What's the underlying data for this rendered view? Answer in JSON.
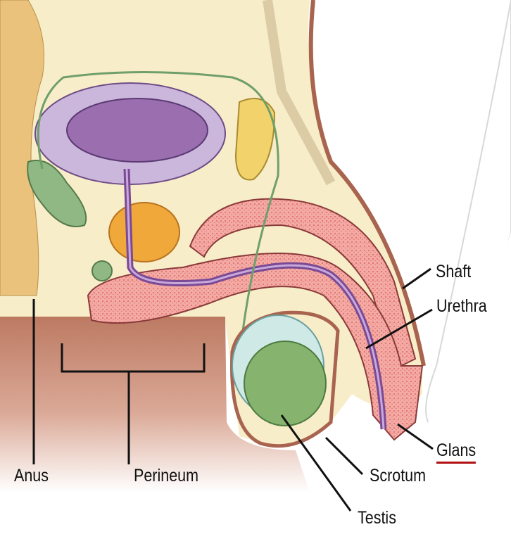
{
  "labels": {
    "shaft": "Shaft",
    "urethra": "Urethra",
    "glans": "Glans",
    "scrotum": "Scrotum",
    "testis": "Testis",
    "anus": "Anus",
    "perineum": "Perineum"
  },
  "colors": {
    "background": "#f8edc9",
    "skin": "#b9735a",
    "bladder_outer": "#cbb6dc",
    "bladder_inner": "#9b6eb0",
    "erectile_tissue": "#f2a9a2",
    "testis": "#7fb06a",
    "highlight_underline": "#b01010"
  }
}
